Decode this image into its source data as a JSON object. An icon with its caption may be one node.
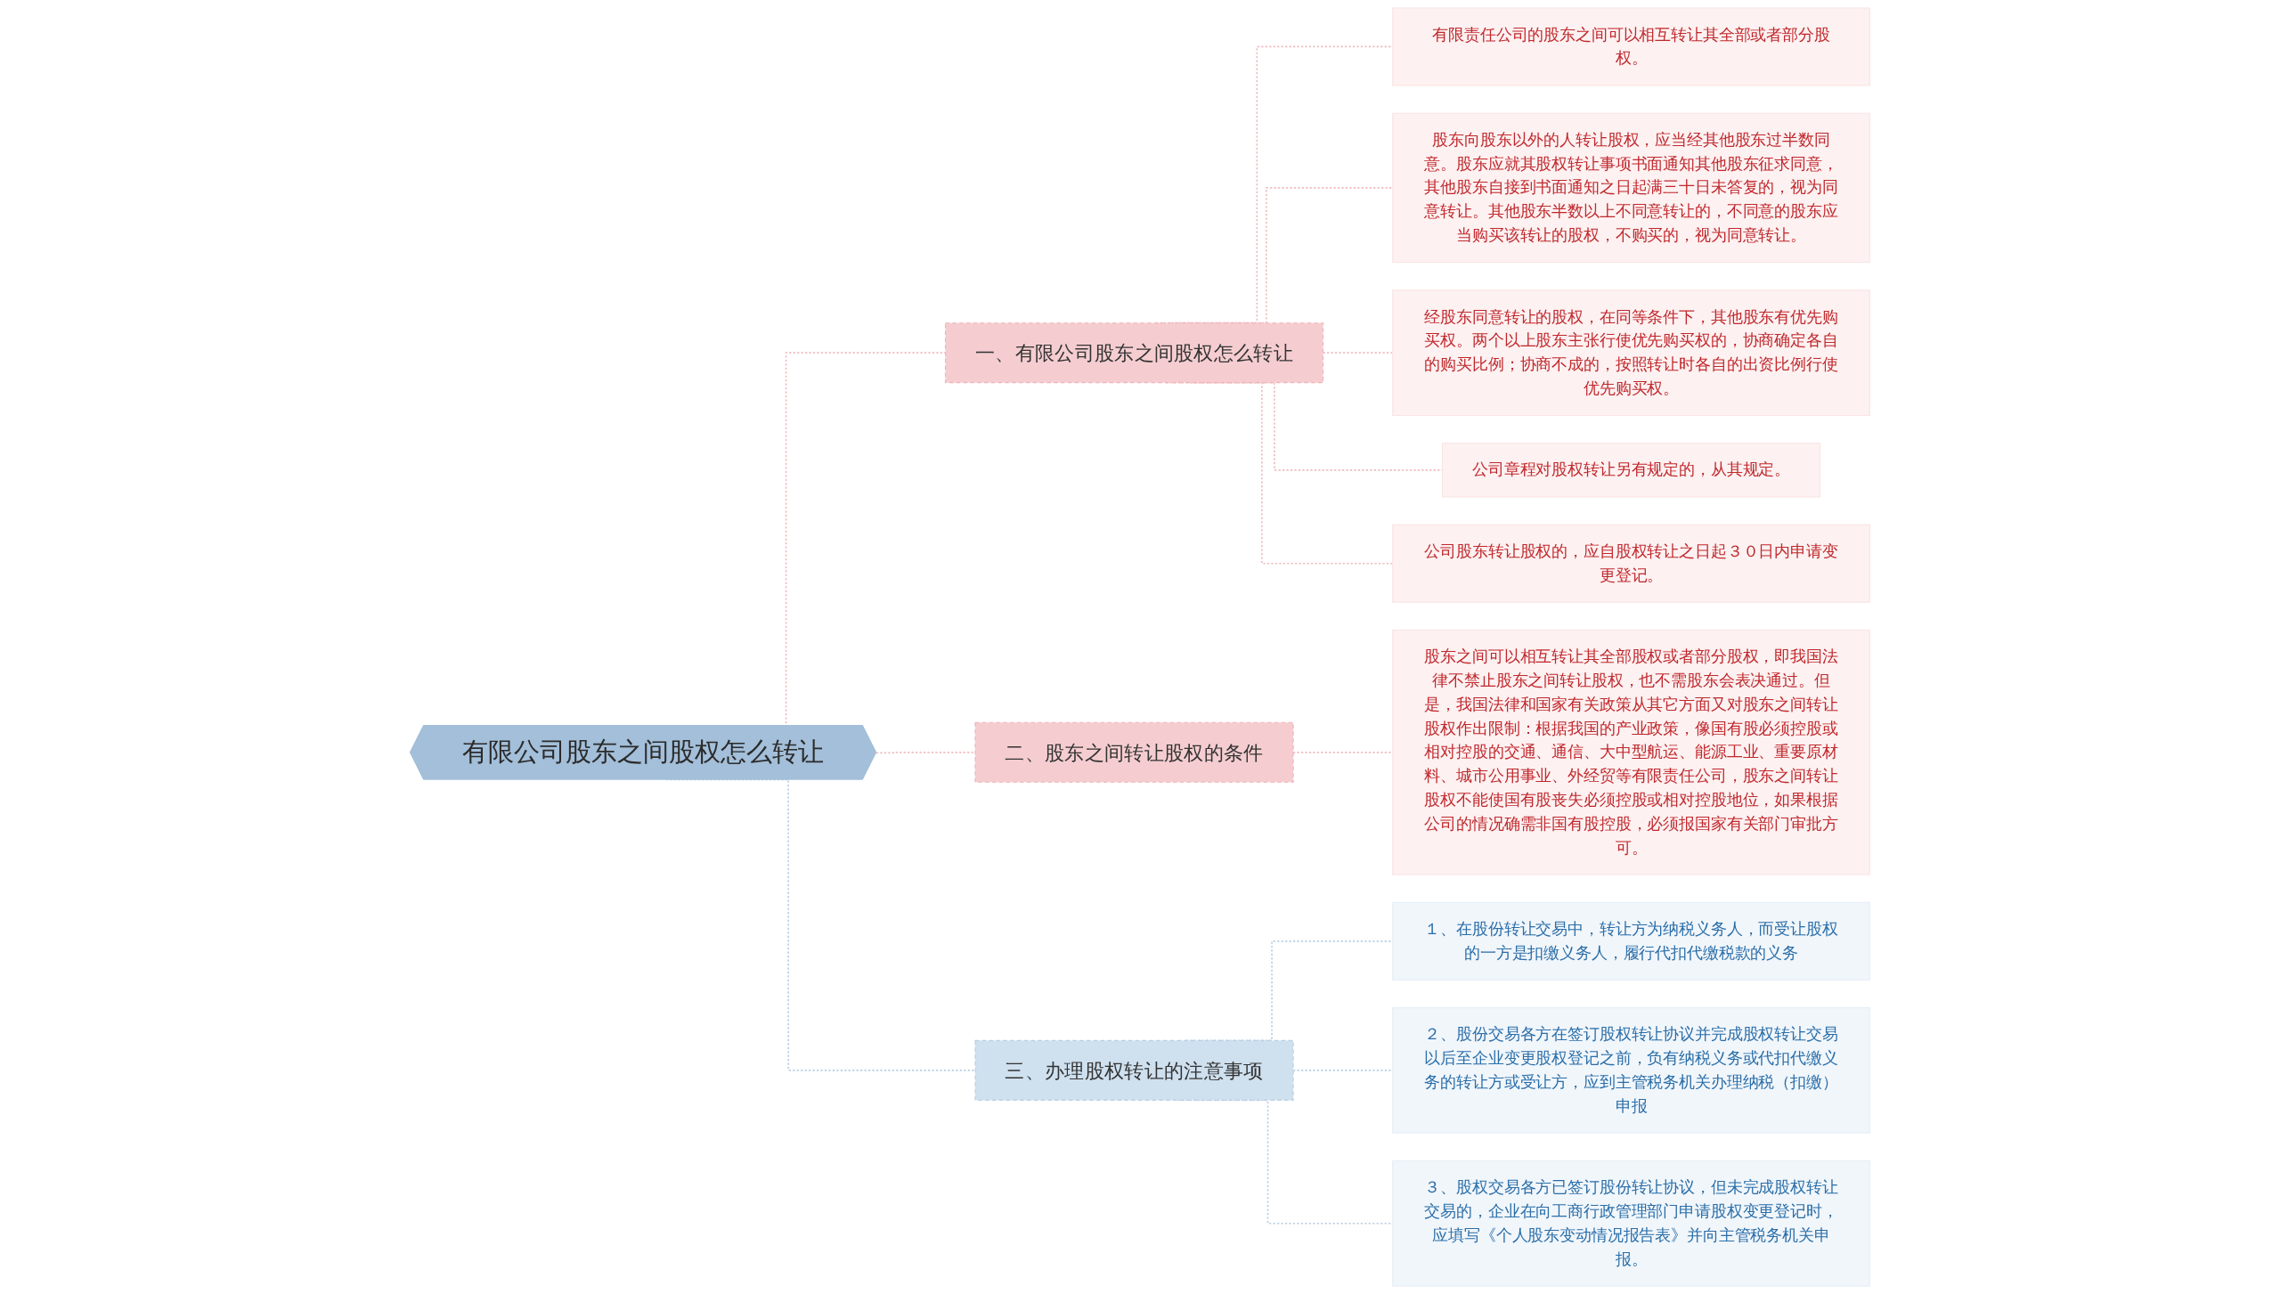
{
  "diagram": {
    "nodes": [
      {
        "text": [
          "有限公司股东之间股权怎么转让"
        ]
      },
      {
        "text": [
          "一、有限公司股东之间股权怎么转让"
        ]
      },
      {
        "text": [
          "有限责任公司的股东之间可以相互转让其全部或者部分股权。"
        ]
      },
      {
        "text": [
          "股东向股东以外的人转让股权，应当经其他股东过半数同意。股东应就其股权转让事项书面通知其他股东征求同意，其他股东自接到书面通知之日起满三十日未答复的，视为同意转让。其他股东半数以上不同意转让的，不同意的股东应当购买该转让的股权，不购买的，视为同意转让。"
        ]
      },
      {
        "text": [
          "经股东同意转让的股权，在同等条件下，其他股东有优先购买权。两个以上股东主张行使优先购买权的，协商确定各自的购买比例；协商不成的，按照转让时各自的出资比例行使优先购买权。"
        ]
      },
      {
        "text": [
          "公司章程对股权转让另有规定的，从其规定。"
        ]
      },
      {
        "text": [
          "公司股东转让股权的，应自股权转让之日起３０日内申请变更登记。"
        ]
      },
      {
        "text": [
          "二、股东之间转让股权的条件"
        ]
      },
      {
        "text": [
          "股东之间可以相互转让其全部股权或者部分股权，即我国法律不禁止股东之间转让股权，也不需股东会表决通过。但是，我国法律和国家有关政策从其它方面又对股东之间转让股权作出限制：根据我国的产业政策，像国有股必须控股或相对控股的交通、通信、大中型航运、能源工业、重要原材料、城市公用事业、外经贸等有限责任公司，股东之间转让股权不能使国有股丧失必须控股或相对控股地位，如果根据公司的情况确需非国有股控股，必须报国家有关部门审批方可。"
        ]
      },
      {
        "text": [
          "三、办理股权转让的注意事项"
        ]
      },
      {
        "text": [
          "１、在股份转让交易中，转让方为纳税义务人，而受让股权的一方是扣缴义务人，履行代扣代缴税款的义务"
        ]
      },
      {
        "text": [
          "２、股份交易各方在签订股权转让协议并完成股权转让交易以后至企业变更股权登记之前，负有纳税义务或代扣代缴义务的转让方或受让方，应到主管税务机关办理纳税（扣缴）申报"
        ]
      },
      {
        "text": [
          "３、股权交易各方已签订股份转让协议，但未完成股权转让交易的，企业在向工商行政管理部门申请股权变更登记时，应填写《个人股东变动情况报告表》并向主管税务机关申报。"
        ]
      }
    ],
    "edges": [
      {
        "from": 0,
        "to": 1,
        "arrow": "none",
        "style": "dashed"
      },
      {
        "from": 1,
        "to": 2,
        "arrow": "none",
        "style": "dashed"
      },
      {
        "from": 1,
        "to": 3,
        "arrow": "none",
        "style": "dashed"
      },
      {
        "from": 1,
        "to": 4,
        "arrow": "none",
        "style": "dashed"
      },
      {
        "from": 1,
        "to": 5,
        "arrow": "none",
        "style": "dashed"
      },
      {
        "from": 1,
        "to": 6,
        "arrow": "none",
        "style": "dashed"
      },
      {
        "from": 0,
        "to": 7,
        "arrow": "none",
        "style": "dashed"
      },
      {
        "from": 7,
        "to": 8,
        "arrow": "none",
        "style": "dashed"
      },
      {
        "from": 0,
        "to": 9,
        "arrow": "none",
        "style": "dashed",
        "color": "#b9cfe3"
      },
      {
        "from": 9,
        "to": 10,
        "arrow": "none",
        "style": "dashed",
        "color": "#b9cfe3"
      },
      {
        "from": 9,
        "to": 11,
        "arrow": "none",
        "style": "dashed",
        "color": "#b9cfe3"
      },
      {
        "from": 9,
        "to": 12,
        "arrow": "none",
        "style": "dashed",
        "color": "#b9cfe3"
      }
    ]
  }
}
